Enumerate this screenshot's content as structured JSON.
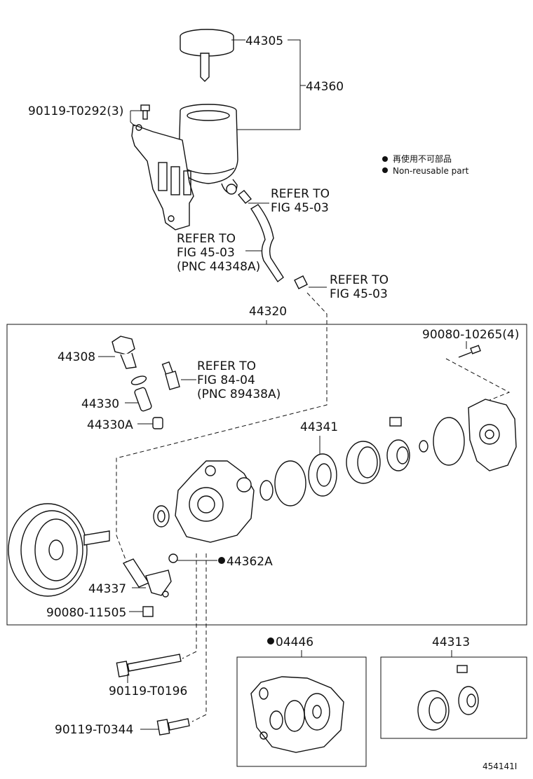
{
  "legend": {
    "items": [
      {
        "text": "再使用不可部品"
      },
      {
        "text": "Non-reusable part"
      }
    ]
  },
  "labels": {
    "p44305": "44305",
    "p44360": "44360",
    "bolt_top": "90119-T0292(3)",
    "refer1_l1": "REFER TO",
    "refer1_l2": "FIG 45-03",
    "refer2_l1": "REFER TO",
    "refer2_l2": "FIG 45-03",
    "refer2_l3": "(PNC 44348A)",
    "refer3_l1": "REFER TO",
    "refer3_l2": "FIG 45-03",
    "p44320": "44320",
    "bolt_right": "90080-10265(4)",
    "p44308": "44308",
    "refer4_l1": "REFER TO",
    "refer4_l2": "FIG 84-04",
    "refer4_l3": "(PNC 89438A)",
    "p44330": "44330",
    "p44330A": "44330A",
    "p44341": "44341",
    "p44362A": "44362A",
    "p44337": "44337",
    "bolt_11505": "90080-11505",
    "p04446": "04446",
    "p44313": "44313",
    "bolt_T0196": "90119-T0196",
    "bolt_T0344": "90119-T0344",
    "figure_id": "454141I"
  }
}
